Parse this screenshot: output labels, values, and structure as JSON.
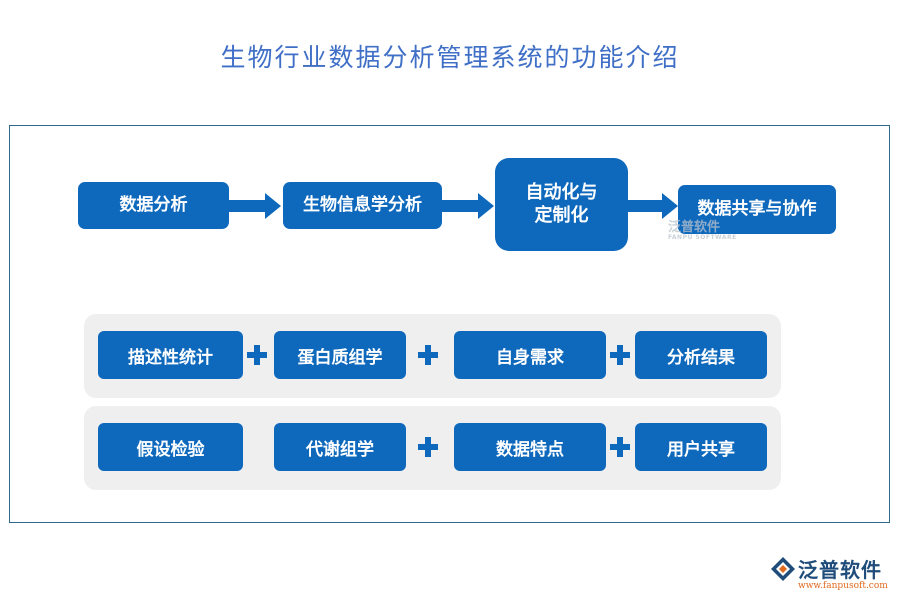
{
  "title": "生物行业数据分析管理系统的功能介绍",
  "flow": [
    "数据分析",
    "生物信息学分析",
    "自动化与\n定制化",
    "数据共享与协作"
  ],
  "row1": [
    "描述性统计",
    "蛋白质组学",
    "自身需求",
    "分析结果"
  ],
  "row2": [
    "假设检验",
    "代谢组学",
    "数据特点",
    "用户共享"
  ],
  "watermark": {
    "name": "泛普软件",
    "sub": "FANPU SOFTWARE"
  },
  "logo": {
    "name": "泛普软件",
    "url": "www.fanpusoft.com"
  },
  "colors": {
    "primary": "#0e69bd",
    "title": "#3f6fc6",
    "panel": "#efefef",
    "frame": "#2d6b8c"
  }
}
